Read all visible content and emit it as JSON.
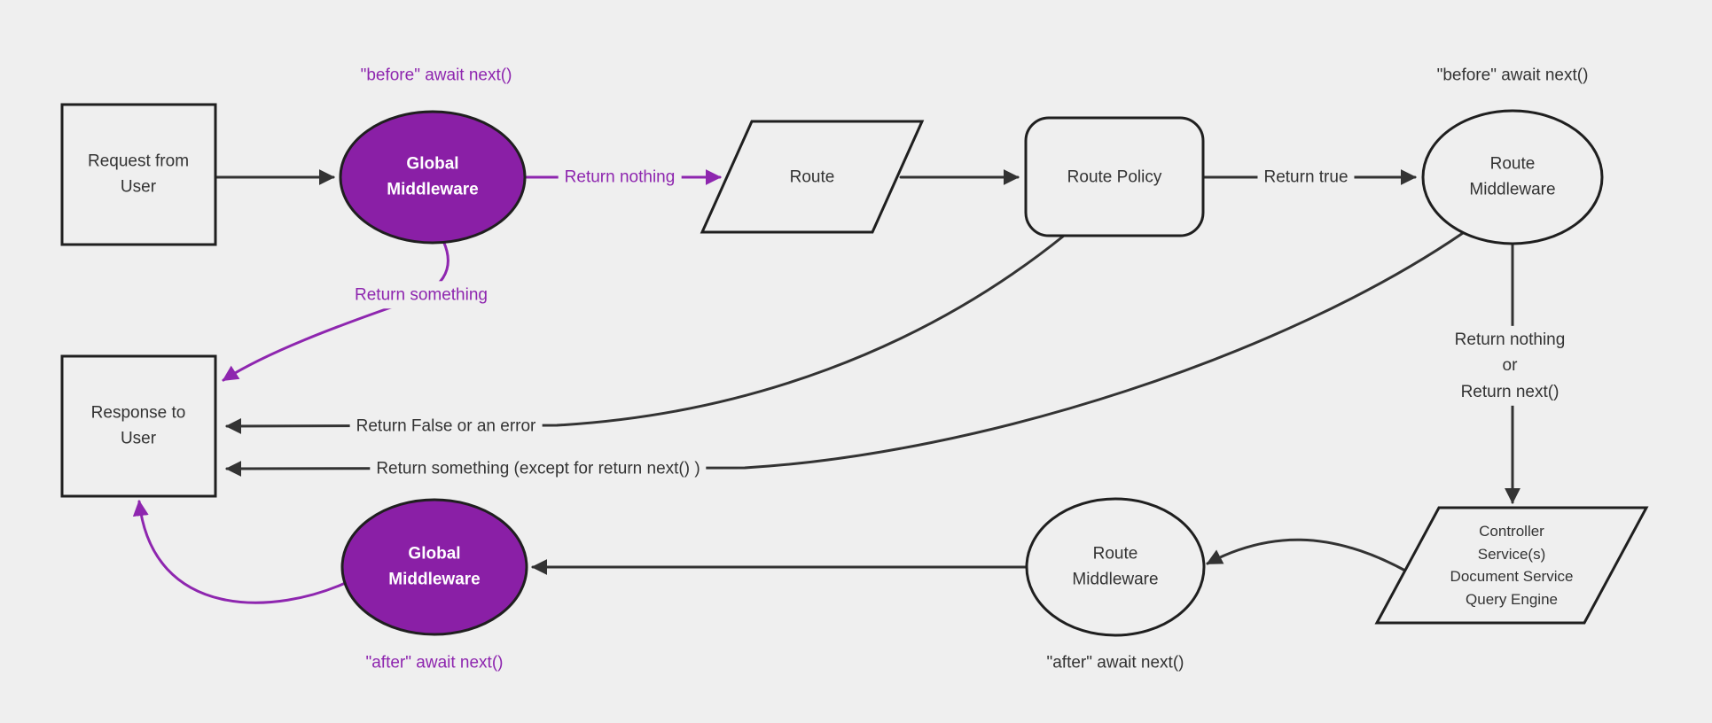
{
  "diagram": {
    "title": "middleware request-response flowchart",
    "background": "#efefef",
    "palette": {
      "node_fill": "#efefef",
      "node_border": "#1f1f1f",
      "line": "#333333",
      "text": "#333333",
      "purple_fill": "#8a1fa6",
      "purple_accent": "#8e26af",
      "light_text": "#ffffff"
    },
    "nodes": {
      "request": {
        "shape": "rectangle",
        "label": "Request from\nUser"
      },
      "global_middleware_before": {
        "shape": "ellipse",
        "label": "Global\nMiddleware"
      },
      "route": {
        "shape": "parallelogram",
        "label": "Route"
      },
      "route_policy": {
        "shape": "rounded-rectangle",
        "label": "Route Policy"
      },
      "route_middleware_before": {
        "shape": "ellipse",
        "label": "Route\nMiddleware"
      },
      "controller": {
        "shape": "parallelogram",
        "label": "Controller\nService(s)\nDocument Service\nQuery Engine"
      },
      "route_middleware_after": {
        "shape": "ellipse",
        "label": "Route\nMiddleware"
      },
      "global_middleware_after": {
        "shape": "ellipse",
        "label": "Global\nMiddleware"
      },
      "response": {
        "shape": "rectangle",
        "label": "Response to\nUser"
      }
    },
    "edge_labels": {
      "before_await_global": "\"before\" await next()",
      "return_nothing": "Return nothing",
      "return_something": "Return something",
      "return_true": "Return true",
      "before_await_route": "\"before\" await next()",
      "return_nothing_or_next": "Return nothing\nor\nReturn next()",
      "return_false_or_error": "Return False or an error",
      "return_something_except": "Return something (except for return next() )",
      "after_await_route": "\"after\" await next()",
      "after_await_global": "\"after\" await next()"
    }
  }
}
